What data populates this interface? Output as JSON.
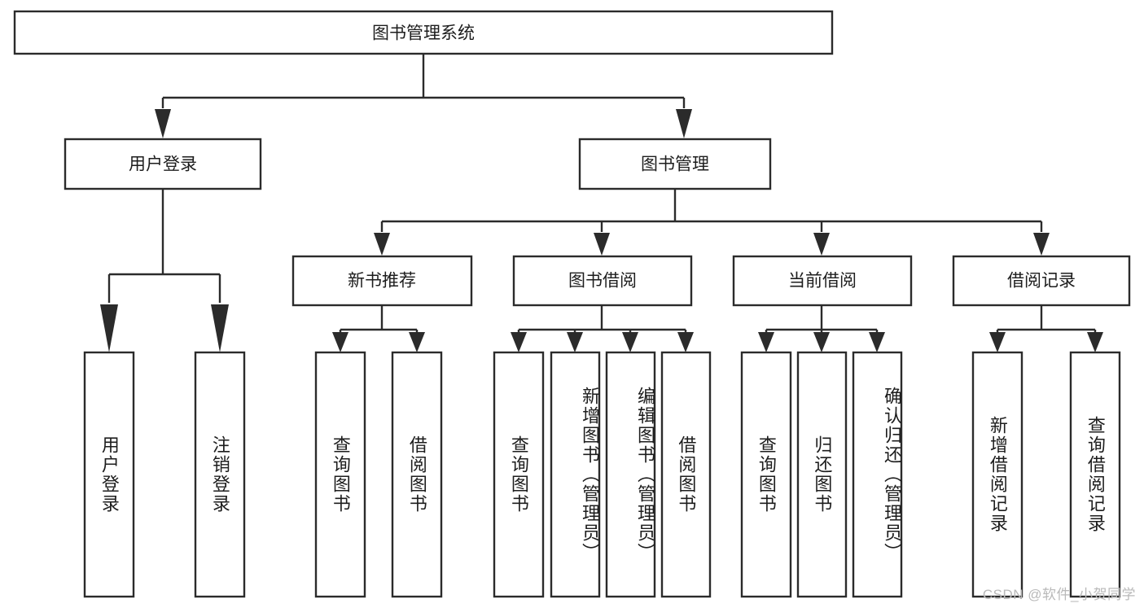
{
  "diagram": {
    "title": "图书管理系统",
    "type": "tree",
    "watermark": "CSDN @软件_小贺同学",
    "colors": {
      "stroke": "#2b2b2b",
      "fill": "#ffffff",
      "text": "#1d1d1d",
      "watermark": "#b9b9b9",
      "background": "#ffffff"
    },
    "root": {
      "label": "图书管理系统"
    },
    "level2": [
      {
        "label": "用户登录"
      },
      {
        "label": "图书管理"
      }
    ],
    "level3": [
      {
        "label": "新书推荐"
      },
      {
        "label": "图书借阅"
      },
      {
        "label": "当前借阅"
      },
      {
        "label": "借阅记录"
      }
    ],
    "leaves": {
      "user_login": [
        {
          "label": "用户登录"
        },
        {
          "label": "注销登录"
        }
      ],
      "new_book_recommend": [
        {
          "label": "查询图书"
        },
        {
          "label": "借阅图书"
        }
      ],
      "book_borrow": [
        {
          "label": "查询图书"
        },
        {
          "label": "新增图书（管理员）"
        },
        {
          "label": "编辑图书（管理员）"
        },
        {
          "label": "借阅图书"
        }
      ],
      "current_borrow": [
        {
          "label": "查询图书"
        },
        {
          "label": "归还图书"
        },
        {
          "label": "确认归还（管理员）"
        }
      ],
      "borrow_records": [
        {
          "label": "新增借阅记录"
        },
        {
          "label": "查询借阅记录"
        }
      ]
    }
  }
}
